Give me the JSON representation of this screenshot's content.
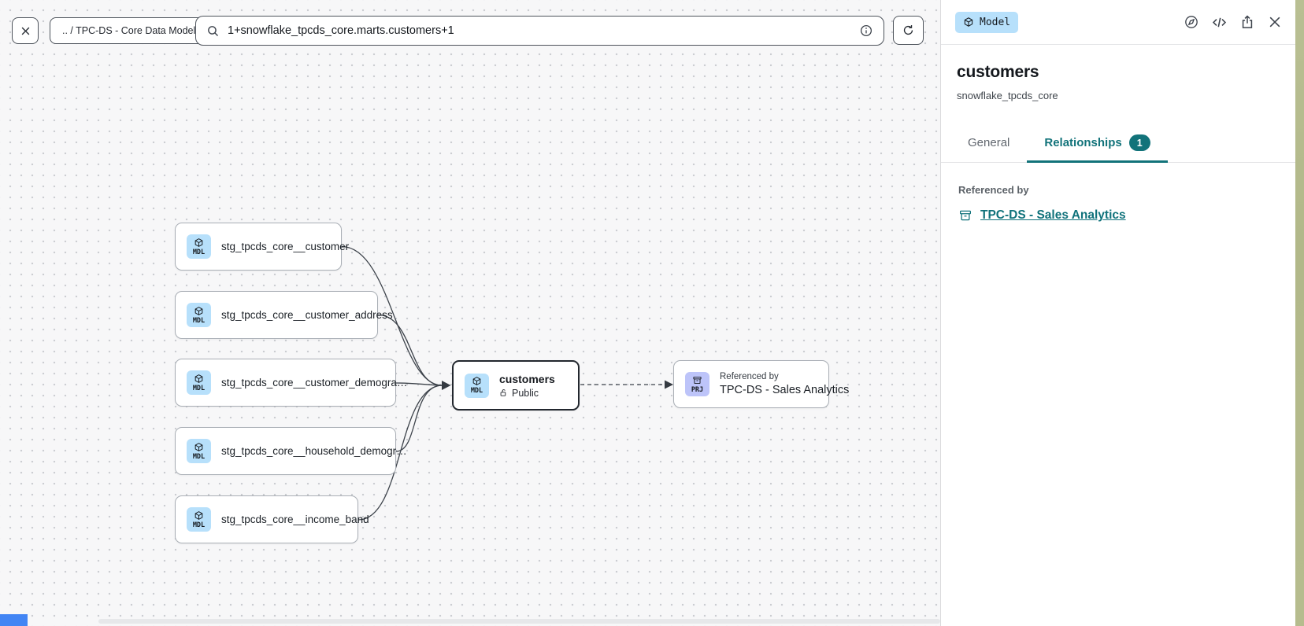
{
  "topbar": {
    "close_label": "close lineage",
    "breadcrumb": ".. / TPC-DS - Core Data Models",
    "search": {
      "value": "1+snowflake_tpcds_core.marts.customers+1"
    }
  },
  "graph": {
    "upstream_nodes": [
      {
        "badge": "MDL",
        "label": "stg_tpcds_core__customer"
      },
      {
        "badge": "MDL",
        "label": "stg_tpcds_core__customer_address"
      },
      {
        "badge": "MDL",
        "label": "stg_tpcds_core__customer_demogra…"
      },
      {
        "badge": "MDL",
        "label": "stg_tpcds_core__household_demogr…"
      },
      {
        "badge": "MDL",
        "label": "stg_tpcds_core__income_band"
      }
    ],
    "selected_node": {
      "badge": "MDL",
      "label": "customers",
      "access": "Public"
    },
    "downstream_node": {
      "badge": "PRJ",
      "kicker": "Referenced by",
      "label": "TPC-DS - Sales Analytics"
    }
  },
  "panel": {
    "type_badge": "Model",
    "title": "customers",
    "subtitle": "snowflake_tpcds_core",
    "tabs": [
      {
        "label": "General",
        "active": false
      },
      {
        "label": "Relationships",
        "active": true,
        "badge": "1"
      }
    ],
    "section_label": "Referenced by",
    "reference_link": "TPC-DS - Sales Analytics"
  },
  "colors": {
    "teal_accent": "#12737a",
    "model_badge_bg": "#b7e0fb",
    "project_badge_bg": "#bdc4f9",
    "canvas_bg": "#f7f7f8",
    "edge": "#3d434b",
    "selected_border": "#22272e",
    "scroll_thumb_blue": "#4285f4"
  }
}
